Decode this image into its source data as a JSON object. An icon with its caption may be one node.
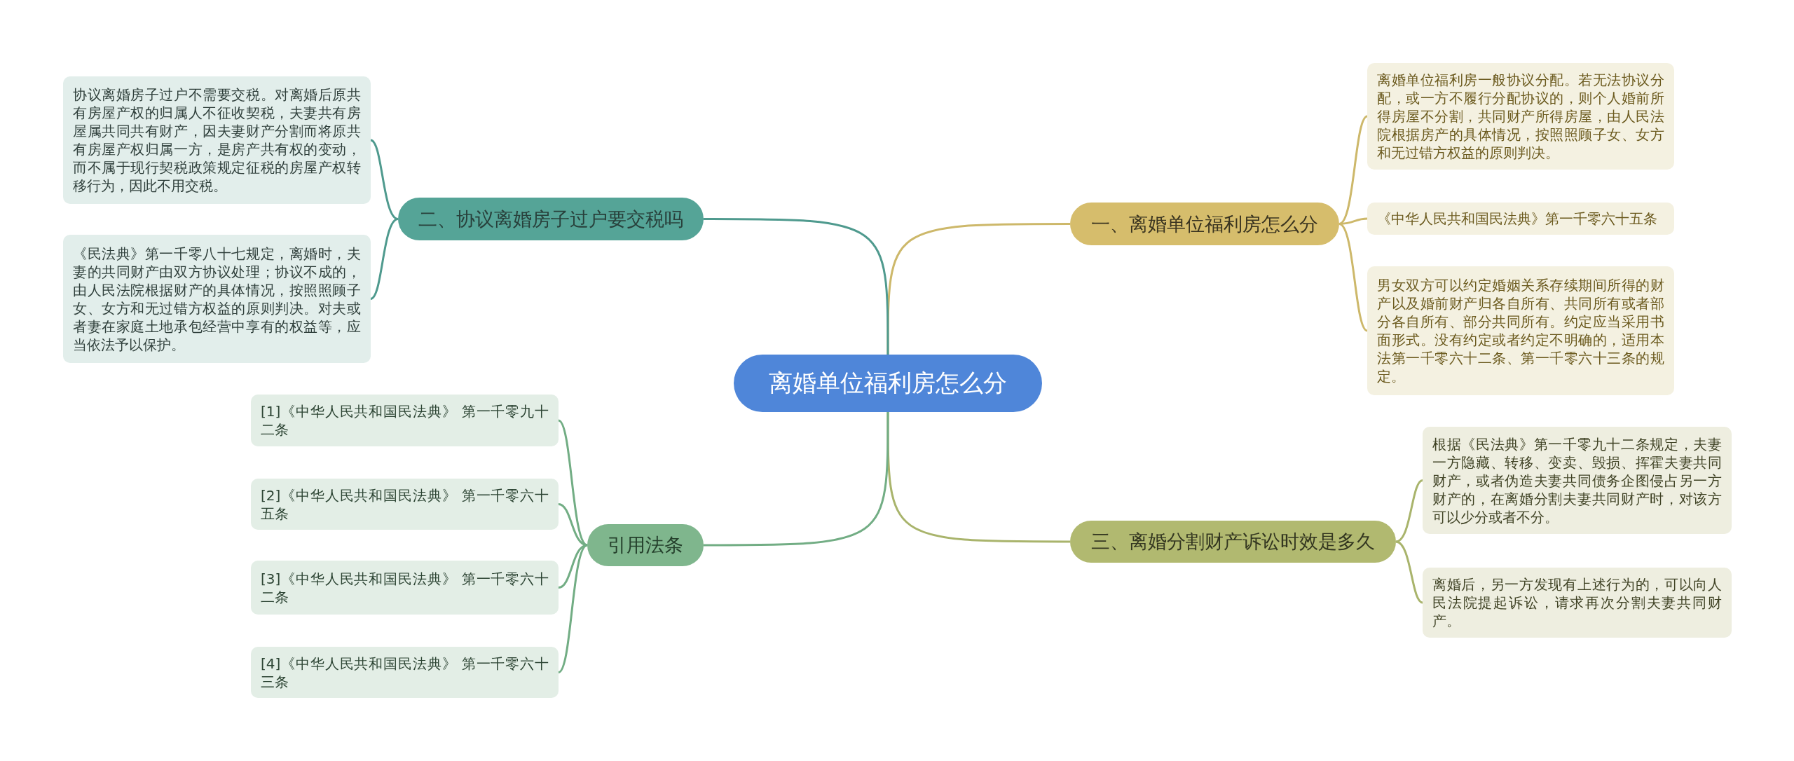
{
  "diagram": {
    "nodes": [
      {
        "text": [
          "离婚单位福利房怎么分"
        ]
      },
      {
        "text": [
          "一、离婚单位福利房怎么分"
        ]
      },
      {
        "text": [
          "离婚单位福利房一般协议分配。若无法协议分配，或一方不履行分配协议的，则个人婚前所得房屋不分割，共同财产所得房屋，由人民法院根据房产的具体情况，按照照顾子女、女方和无过错方权益的原则判决。"
        ]
      },
      {
        "text": [
          "《中华人民共和国民法典》第一千零六十五条"
        ]
      },
      {
        "text": [
          "男女双方可以约定婚姻关系存续期间所得的财产以及婚前财产归各自所有、共同所有或者部分各自所有、部分共同所有。约定应当采用书面形式。没有约定或者约定不明确的，适用本法第一千零六十二条、第一千零六十三条的规定。"
        ]
      },
      {
        "text": [
          "二、协议离婚房子过户要交税吗"
        ]
      },
      {
        "text": [
          "协议离婚房子过户不需要交税。对离婚后原共有房屋产权的归属人不征收契税，夫妻共有房屋属共同共有财产，因夫妻财产分割而将原共有房屋产权归属一方，是房产共有权的变动，而不属于现行契税政策规定征税的房屋产权转移行为，因此不用交税。"
        ]
      },
      {
        "text": [
          "《民法典》第一千零八十七规定，离婚时，夫妻的共同财产由双方协议处理；协议不成的，由人民法院根据财产的具体情况，按照照顾子女、女方和无过错方权益的原则判决。对夫或者妻在家庭土地承包经营中享有的权益等，应当依法予以保护。"
        ]
      },
      {
        "text": [
          "三、离婚分割财产诉讼时效是多久"
        ]
      },
      {
        "text": [
          "根据《民法典》第一千零九十二条规定，夫妻一方隐藏、转移、变卖、毁损、挥霍夫妻共同财产，或者伪造夫妻共同债务企图侵占另一方财产的，在离婚分割夫妻共同财产时，对该方可以少分或者不分。"
        ]
      },
      {
        "text": [
          "离婚后，另一方发现有上述行为的，可以向人民法院提起诉讼，请求再次分割夫妻共同财产。"
        ]
      },
      {
        "text": [
          "引用法条"
        ]
      },
      {
        "text": [
          "[1]《中华人民共和国民法典》 第一千零九十二条"
        ]
      },
      {
        "text": [
          "[2]《中华人民共和国民法典》 第一千零六十五条"
        ]
      },
      {
        "text": [
          "[3]《中华人民共和国民法典》 第一千零六十二条"
        ]
      },
      {
        "text": [
          "[4]《中华人民共和国民法典》 第一千零六十三条"
        ]
      }
    ],
    "edges": [
      {
        "from": 0,
        "to": 1,
        "arrow": "none",
        "color": "#cdb86a"
      },
      {
        "from": 1,
        "to": 2,
        "arrow": "none",
        "color": "#cdb86a"
      },
      {
        "from": 1,
        "to": 3,
        "arrow": "none",
        "color": "#cdb86a"
      },
      {
        "from": 1,
        "to": 4,
        "arrow": "none",
        "color": "#cdb86a"
      },
      {
        "from": 0,
        "to": 5,
        "arrow": "none",
        "color": "#4f9a8e"
      },
      {
        "from": 5,
        "to": 6,
        "arrow": "none",
        "color": "#4f9a8e"
      },
      {
        "from": 5,
        "to": 7,
        "arrow": "none",
        "color": "#4f9a8e"
      },
      {
        "from": 0,
        "to": 8,
        "arrow": "none",
        "color": "#a9b46c"
      },
      {
        "from": 8,
        "to": 9,
        "arrow": "none",
        "color": "#a9b46c"
      },
      {
        "from": 8,
        "to": 10,
        "arrow": "none",
        "color": "#a9b46c"
      },
      {
        "from": 0,
        "to": 11,
        "arrow": "none",
        "color": "#72ad84"
      },
      {
        "from": 11,
        "to": 12,
        "arrow": "none",
        "color": "#72ad84"
      },
      {
        "from": 11,
        "to": 13,
        "arrow": "none",
        "color": "#72ad84"
      },
      {
        "from": 11,
        "to": 14,
        "arrow": "none",
        "color": "#72ad84"
      },
      {
        "from": 11,
        "to": 15,
        "arrow": "none",
        "color": "#72ad84"
      }
    ]
  }
}
